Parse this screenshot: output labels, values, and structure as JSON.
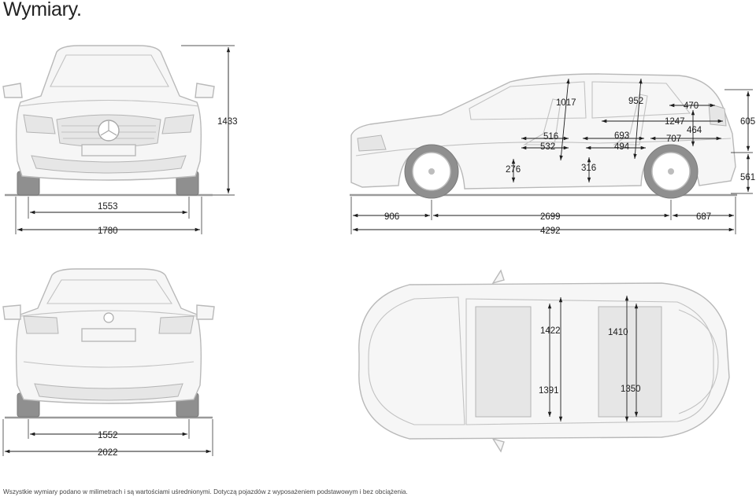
{
  "title": "Wymiary.",
  "footnote": "Wszystkie wymiary podano w milimetrach i są wartościami uśrednionymi. Dotyczą pojazdów z wyposażeniem podstawowym i bez obciążenia.",
  "front_view": {
    "height": "1433",
    "track_front": "1553",
    "width": "1780"
  },
  "rear_view": {
    "track_rear": "1552",
    "width_mirrors": "2022"
  },
  "side_view": {
    "front_overhang": "906",
    "wheelbase": "2699",
    "rear_overhang": "687",
    "length": "4292",
    "headroom_front": "1017",
    "headroom_rear": "952",
    "legroom_front_a": "516",
    "legroom_front_b": "532",
    "legroom_rear_a": "693",
    "legroom_rear_b": "494",
    "seat_height_front": "276",
    "seat_height_rear": "316",
    "boot_length": "1247",
    "boot_top": "470",
    "boot_mid": "464",
    "boot_floor": "707",
    "rear_height_upper": "605",
    "rear_height_lower": "561"
  },
  "top_view": {
    "shoulder_front": "1422",
    "shoulder_rear": "1410",
    "elbow_front": "1391",
    "elbow_rear": "1350"
  }
}
